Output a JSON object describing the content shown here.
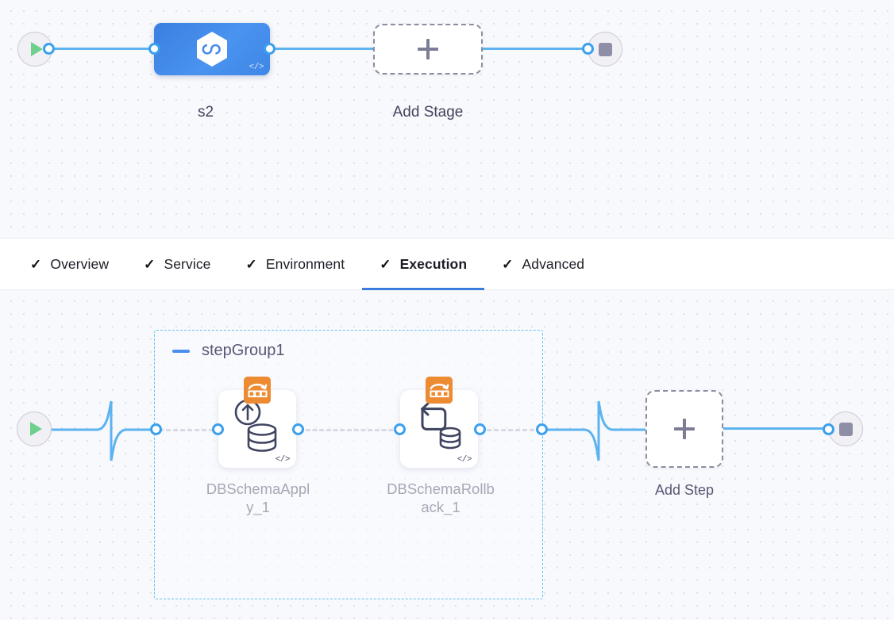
{
  "app": {
    "name": "pipeline-studio"
  },
  "top_canvas": {
    "start_node": {
      "name": "start",
      "icon": "play-icon"
    },
    "stage": {
      "label": "s2",
      "icon": "devops-hexagon-icon",
      "code_badge": "</>",
      "color": "#4a93ef"
    },
    "add_stage": {
      "label": "Add Stage",
      "icon": "plus-icon"
    },
    "end_node": {
      "name": "end",
      "icon": "stop-icon"
    }
  },
  "tabs": {
    "items": [
      {
        "label": "Overview",
        "check": "✓",
        "active": false
      },
      {
        "label": "Service",
        "check": "✓",
        "active": false
      },
      {
        "label": "Environment",
        "check": "✓",
        "active": false
      },
      {
        "label": "Execution",
        "check": "✓",
        "active": true
      },
      {
        "label": "Advanced",
        "check": "✓",
        "active": false
      }
    ],
    "active_underline_color": "#3b7ddd"
  },
  "bottom_canvas": {
    "start_node": {
      "name": "start",
      "icon": "play-icon"
    },
    "step_group": {
      "title": "stepGroup1",
      "collapse_icon": "minus-icon",
      "border_color": "#62c4ef",
      "steps": [
        {
          "label_line1": "DBSchemaAppl",
          "label_line2": "y_1",
          "full_label": "DBSchemaApply_1",
          "badge_icon": "liquibase-icon",
          "badge_color": "#ed8b33",
          "main_icon": "db-schema-apply-icon",
          "code_badge": "</>"
        },
        {
          "label_line1": "DBSchemaRollb",
          "label_line2": "ack_1",
          "full_label": "DBSchemaRollback_1",
          "badge_icon": "liquibase-icon",
          "badge_color": "#ed8b33",
          "main_icon": "db-schema-rollback-icon",
          "code_badge": "</>"
        }
      ]
    },
    "add_step": {
      "label": "Add Step",
      "icon": "plus-icon"
    },
    "end_node": {
      "name": "end",
      "icon": "stop-icon"
    }
  }
}
